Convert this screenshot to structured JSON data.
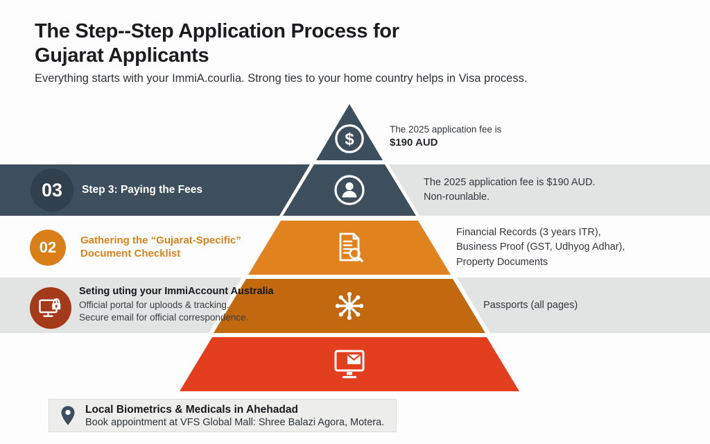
{
  "header": {
    "title_line1": "The Step--Step Application Process for",
    "title_line2": "Gujarat Applicants",
    "subtitle": "Everything starts with your ImmiA.courlia. Strong ties to your home country helps in Visa process."
  },
  "colors": {
    "dark_slate": "#3d4f5d",
    "slate_circle": "#30404d",
    "orange": "#e0821e",
    "orange_circle": "#da7f17",
    "burnt_orange": "#c2690f",
    "red": "#e33e1e",
    "rust_circle": "#a53a1b",
    "light_gray_band": "#e1e4e2",
    "footer_gray": "#edeeec"
  },
  "pyramid": {
    "levels": [
      {
        "icon": "dollar-circle-icon"
      },
      {
        "icon": "person-circle-icon"
      },
      {
        "icon": "document-search-icon"
      },
      {
        "icon": "hub-icon"
      },
      {
        "icon": "monitor-mail-icon"
      }
    ]
  },
  "annotations": {
    "top_right": {
      "line1": "The 2025 application fee is",
      "line2": "$190 AUD"
    },
    "step3": {
      "number": "03",
      "title": "Step 3: Paying the Fees",
      "right_line1": "The 2025 application fee is $190 AUD.",
      "right_line2": "Non-rounlable."
    },
    "step2": {
      "number": "02",
      "title_line1": "Gathering the “Gujarat-Specific”",
      "title_line2": "Document Checklist",
      "right_line1": "Financial Records (3 years ITR),",
      "right_line2": "Business Proof (GST, Udhyog Adhar),",
      "right_line3": "Property Documents"
    },
    "step1": {
      "title": "Seting uting your ImmiAccount Australia",
      "line1": "Official portal for uploods & tracking.",
      "line2": "Secure email for official correspondence.",
      "right": "Passports (all pages)"
    }
  },
  "footer": {
    "title": "Local Biometrics & Medicals in Ahehadad",
    "subtitle": "Book appointment at VFS Global Mall: Shree Balazi Agora, Motera."
  }
}
